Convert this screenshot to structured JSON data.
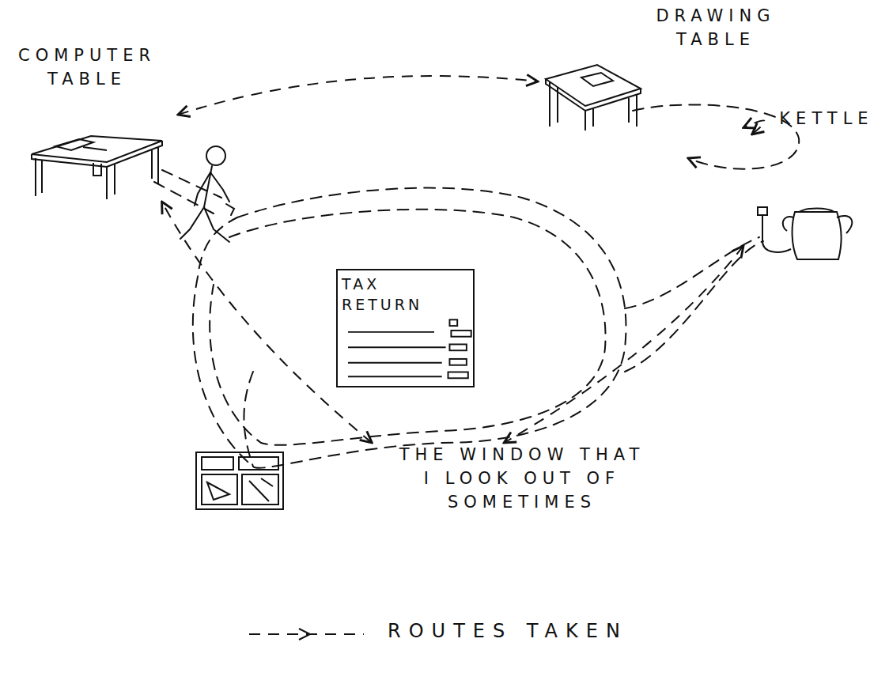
{
  "diagram": {
    "nodes": [
      {
        "text": [
          "COMPUTER TABLE"
        ]
      },
      {
        "text": [
          "DRAWING TABLE"
        ]
      },
      {
        "text": [
          "KETTLE"
        ]
      },
      {
        "text": [
          "TAX RETURN"
        ]
      },
      {
        "text": [
          "THE WINDOW THAT I LOOK OUT OF SOMETIMES"
        ]
      }
    ],
    "edges": [
      {
        "from": 0,
        "to": 1,
        "arrow": "both"
      },
      {
        "from": 1,
        "to": 2,
        "arrow": "both"
      },
      {
        "from": 2,
        "to": 4,
        "arrow": "both"
      },
      {
        "from": 4,
        "to": 0,
        "arrow": "both"
      }
    ],
    "legend": [
      {
        "text": "ROUTES TAKEN"
      }
    ]
  }
}
